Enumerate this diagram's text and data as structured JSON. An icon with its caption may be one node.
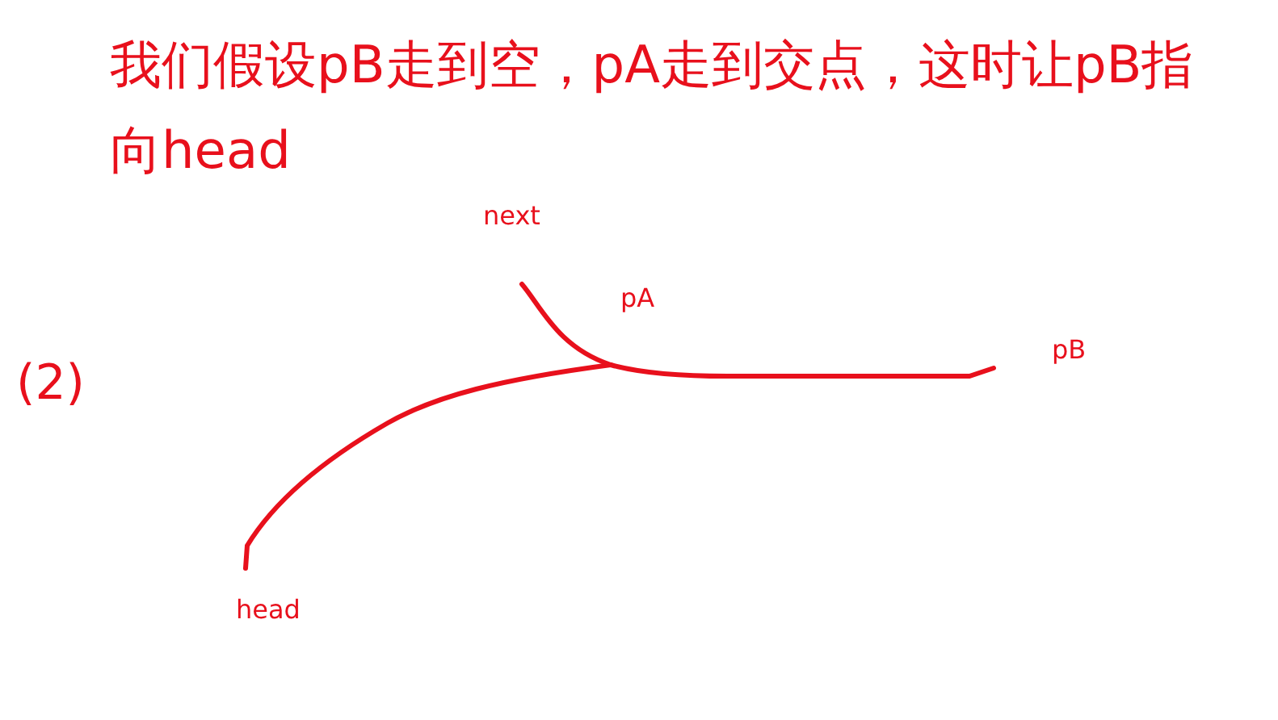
{
  "diagram": {
    "title": "我们假设pB走到空，pA走到交点，这时让pB指向head",
    "labels": [
      "next",
      "pA",
      "(2)",
      "pB",
      "head"
    ]
  }
}
